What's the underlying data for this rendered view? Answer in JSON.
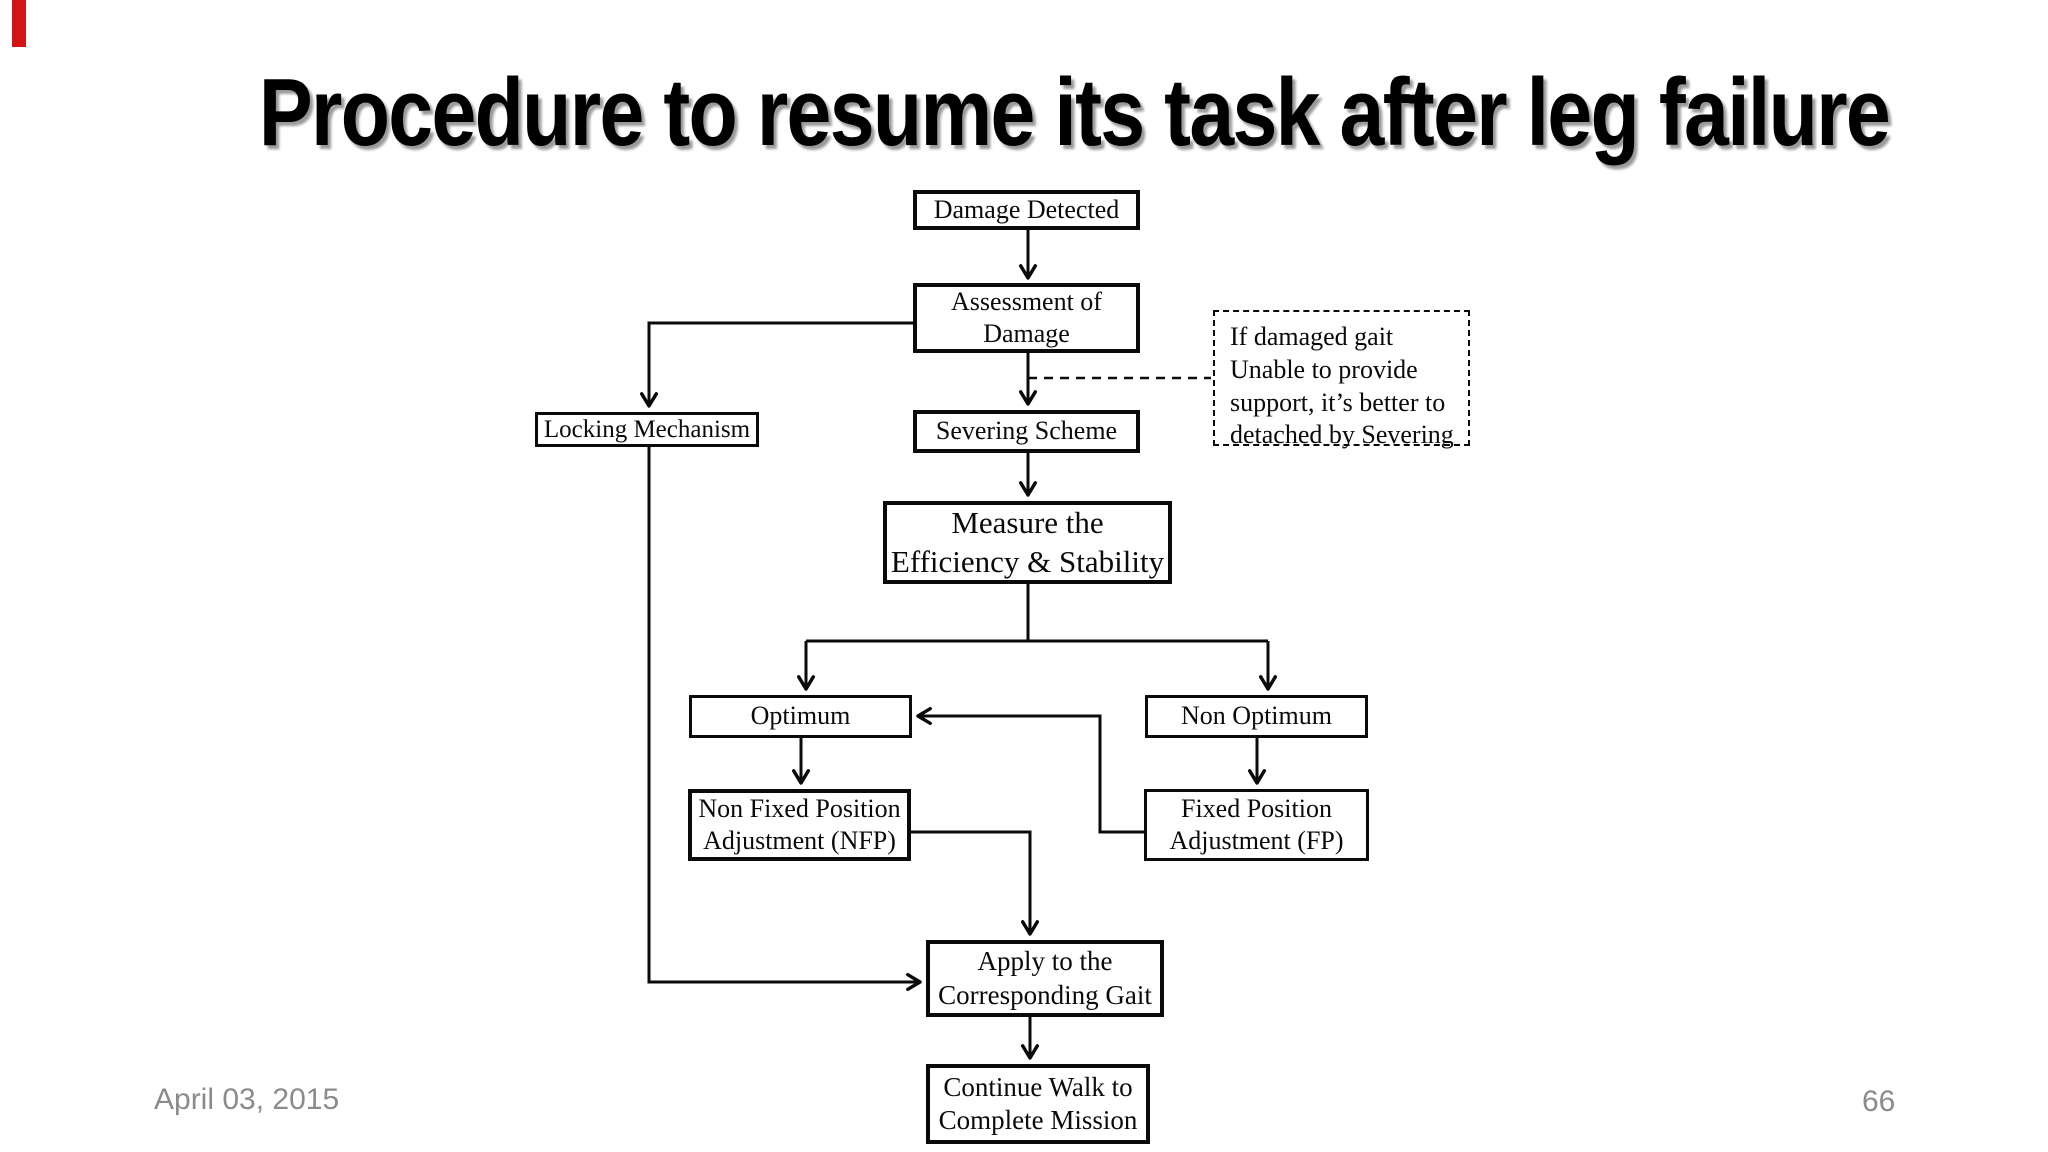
{
  "slide": {
    "title": "Procedure to resume its task after leg failure",
    "footer": {
      "date": "April 03, 2015",
      "page_number": "66"
    },
    "colors": {
      "accent_red": "#d21414",
      "ink": "#0a0a0a",
      "footer_gray": "#8b8b8b"
    }
  },
  "flowchart": {
    "nodes": {
      "damage_detected": {
        "label": "Damage Detected"
      },
      "assessment": {
        "label": "Assessment of\nDamage"
      },
      "locking": {
        "label": "Locking Mechanism"
      },
      "severing": {
        "label": "Severing Scheme"
      },
      "severing_note": {
        "label": "If damaged gait\nUnable to provide\nsupport, it’s better to\ndetached by Severing"
      },
      "measure": {
        "label": "Measure the\nEfficiency & Stability"
      },
      "optimum": {
        "label": "Optimum"
      },
      "non_optimum": {
        "label": "Non Optimum"
      },
      "nfp": {
        "label": "Non Fixed Position\nAdjustment (NFP)"
      },
      "fp": {
        "label": "Fixed Position\nAdjustment (FP)"
      },
      "apply_gait": {
        "label": "Apply to the\nCorresponding Gait"
      },
      "continue_walk": {
        "label": "Continue Walk to\nComplete Mission"
      }
    },
    "edges": [
      {
        "from": "damage_detected",
        "to": "assessment",
        "style": "solid-arrow"
      },
      {
        "from": "assessment",
        "to": "locking",
        "style": "solid-arrow"
      },
      {
        "from": "assessment",
        "to": "severing",
        "style": "solid-arrow"
      },
      {
        "from": "assessment",
        "to": "severing_note",
        "style": "dashed"
      },
      {
        "from": "severing",
        "to": "measure",
        "style": "solid-arrow"
      },
      {
        "from": "measure",
        "to": "optimum",
        "style": "solid-arrow"
      },
      {
        "from": "measure",
        "to": "non_optimum",
        "style": "solid-arrow"
      },
      {
        "from": "optimum",
        "to": "nfp",
        "style": "solid-arrow"
      },
      {
        "from": "non_optimum",
        "to": "fp",
        "style": "solid-arrow"
      },
      {
        "from": "fp",
        "to": "optimum",
        "style": "solid-arrow"
      },
      {
        "from": "nfp",
        "to": "apply_gait",
        "style": "solid-arrow"
      },
      {
        "from": "locking",
        "to": "apply_gait",
        "style": "solid-arrow"
      },
      {
        "from": "apply_gait",
        "to": "continue_walk",
        "style": "solid-arrow"
      }
    ]
  }
}
